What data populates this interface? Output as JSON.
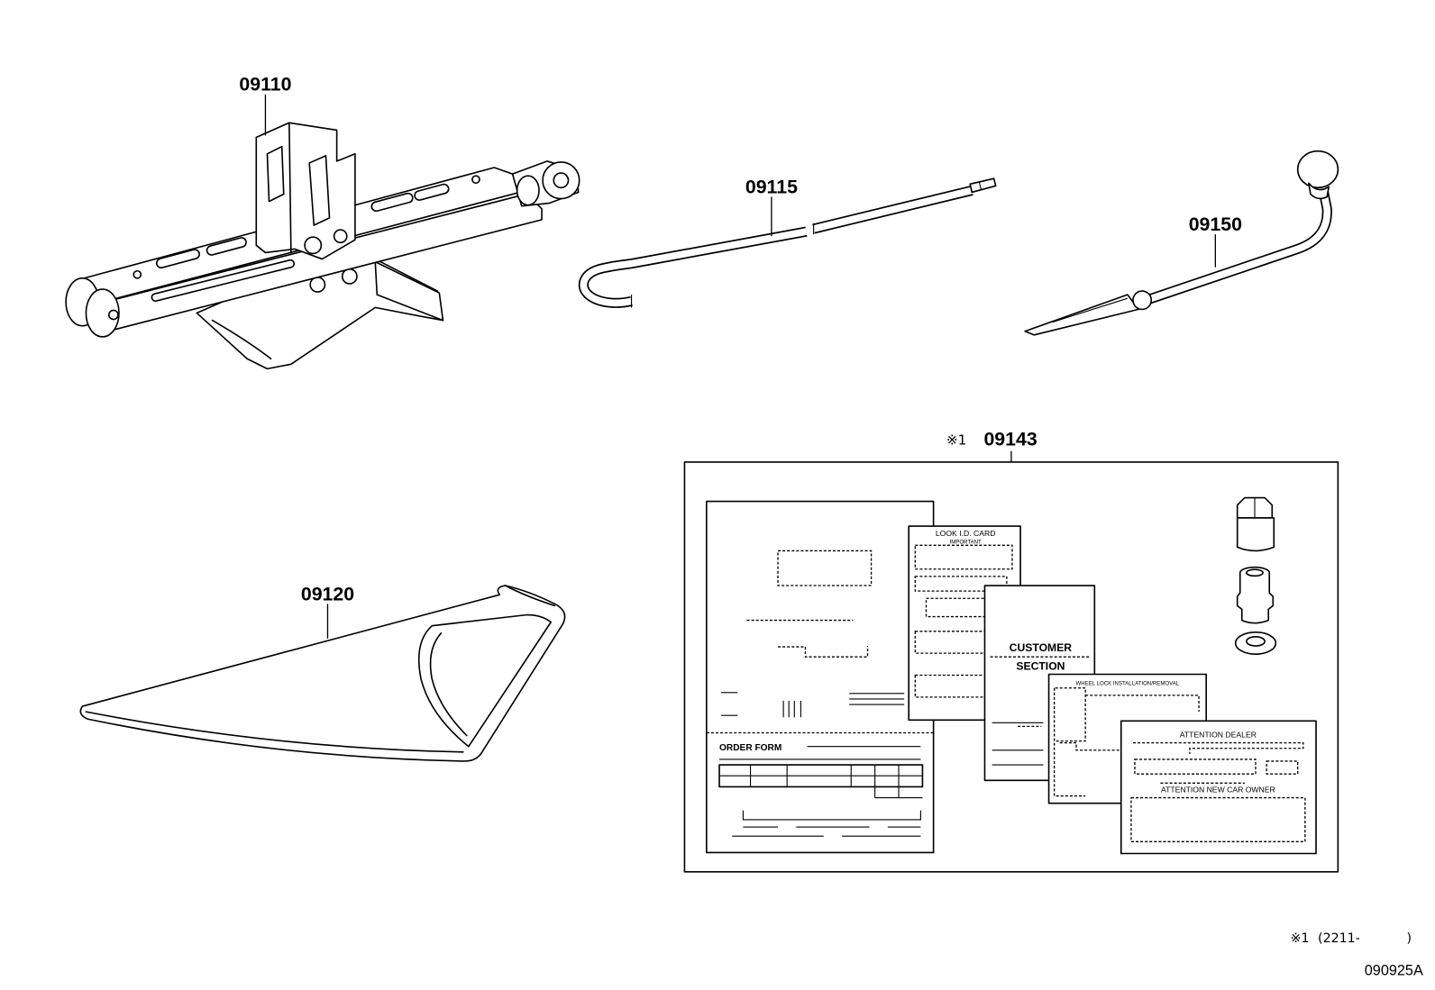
{
  "callouts": {
    "jack": "09110",
    "handle_rod": "09115",
    "wrench": "09150",
    "tool_bag": "09120",
    "lock_kit_mark": "※1",
    "lock_kit": "09143"
  },
  "kit_text": {
    "lookid_title": "LOOK I.D. CARD",
    "lookid_sub": "IMPORTANT",
    "customer": "CUSTOMER",
    "section": "SECTION",
    "wheel_lock": "WHEEL LOCK INSTALLATION/REMOVAL",
    "attention_dealer": "ATTENTION DEALER",
    "attention_owner": "ATTENTION NEW CAR OWNER",
    "order_form": "ORDER FORM"
  },
  "footnote": {
    "mark": "※1",
    "start": "(2211-",
    "end": ")"
  },
  "diagram_code": "090925A",
  "colors": {
    "line": "#000000",
    "background": "#ffffff"
  }
}
